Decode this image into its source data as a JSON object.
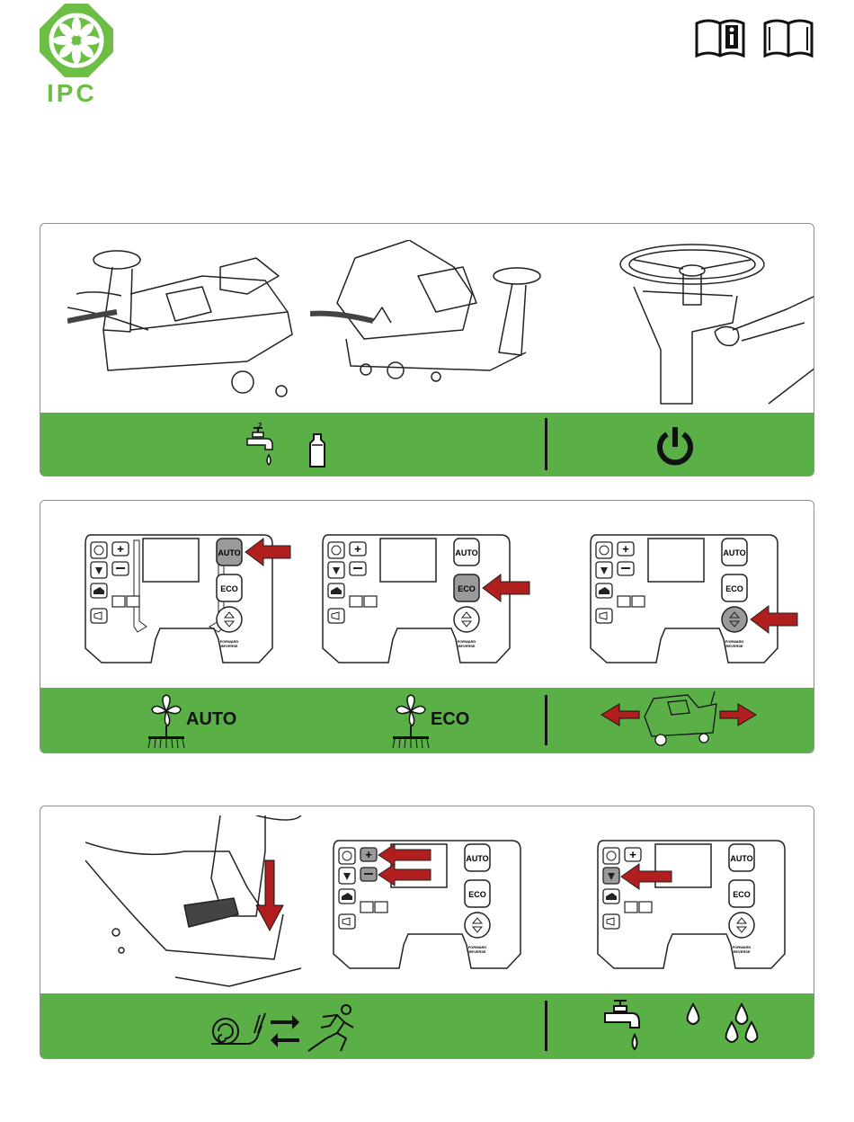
{
  "brand": {
    "name": "IPC",
    "color": "#6cbe45"
  },
  "header_icons": [
    "manual-info-icon",
    "manual-book-icon"
  ],
  "colors": {
    "band": "#5aaf47",
    "arrow": "#b01e1e",
    "highlight": "#9a9a9a"
  },
  "panel2": {
    "mode_auto": "AUTO",
    "mode_eco": "ECO"
  },
  "control_panel": {
    "btn_auto": "AUTO",
    "btn_eco": "ECO",
    "fwd_line1": "FORWARD",
    "fwd_line2": "REVERSE"
  },
  "panel1": {
    "tap_number": "2"
  }
}
